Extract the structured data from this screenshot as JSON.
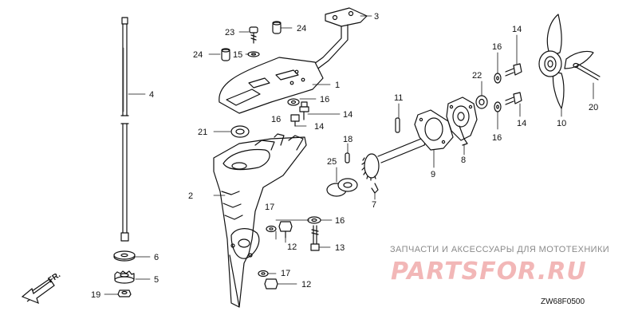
{
  "callouts": {
    "c1": "1",
    "c2": "2",
    "c3": "3",
    "c4": "4",
    "c5": "5",
    "c6": "6",
    "c7": "7",
    "c8": "8",
    "c9": "9",
    "c10": "10",
    "c11": "11",
    "c12a": "12",
    "c12b": "12",
    "c13": "13",
    "c14a": "14",
    "c14b": "14",
    "c14c": "14",
    "c14d": "14",
    "c15": "15",
    "c16a": "16",
    "c16b": "16",
    "c16c": "16",
    "c16d": "16",
    "c16e": "16",
    "c17a": "17",
    "c17b": "17",
    "c18": "18",
    "c19": "19",
    "c20": "20",
    "c21": "21",
    "c22": "22",
    "c23": "23",
    "c24a": "24",
    "c24b": "24",
    "c25": "25"
  },
  "direction_label": "FR.",
  "watermark": {
    "subtitle": "ЗАПЧАСТИ И АКСЕССУАРЫ ДЛЯ МОТОТЕХНИКИ",
    "brand": "PARTSFOR.RU"
  },
  "diagram_code": "ZW68F0500",
  "colors": {
    "line": "#111111",
    "watermark_text": "#8a8a8a",
    "watermark_brand": "#f2b7b7"
  }
}
